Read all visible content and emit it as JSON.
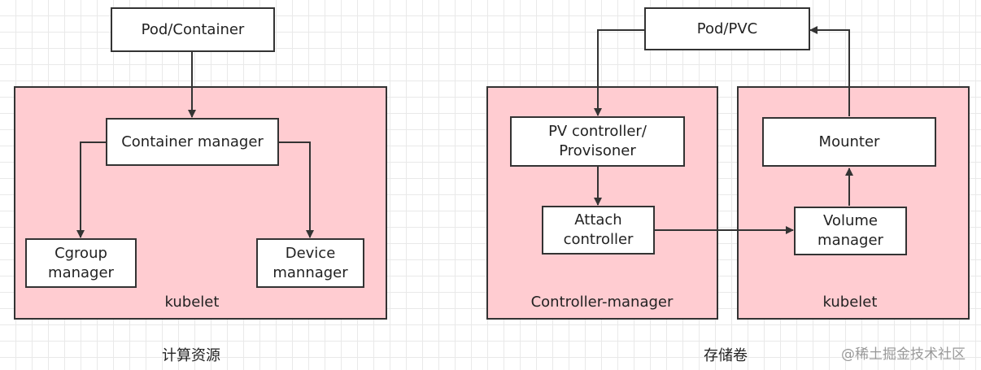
{
  "left": {
    "top_node": "Pod/Container",
    "group_label": "kubelet",
    "container_manager": "Container manager",
    "cgroup_manager": "Cgroup\nmanager",
    "device_manager": "Device\nmannager",
    "caption": "计算资源"
  },
  "right": {
    "top_node": "Pod/PVC",
    "controller_group_label": "Controller-manager",
    "kubelet_group_label": "kubelet",
    "pv_controller": "PV controller/\nProvisoner",
    "attach_controller": "Attach\ncontroller",
    "mounter": "Mounter",
    "volume_manager": "Volume\nmanager",
    "caption": "存储卷"
  },
  "watermark": "@稀土掘金技术社区",
  "colors": {
    "group_fill": "#ffccd1",
    "border": "#333333",
    "node_fill": "#ffffff",
    "grid": "#e9e9e9"
  }
}
